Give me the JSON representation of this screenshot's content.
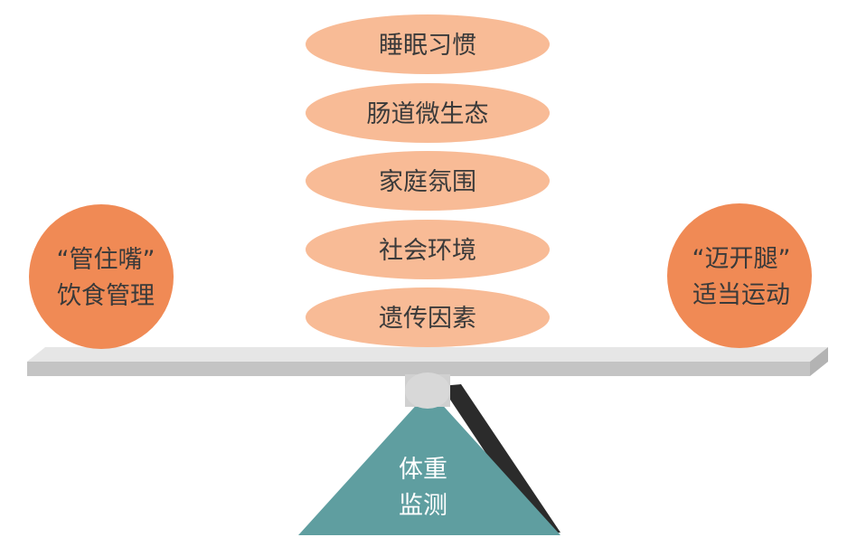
{
  "factors": [
    {
      "label": "睡眠习惯"
    },
    {
      "label": "肠道微生态"
    },
    {
      "label": "家庭氛围"
    },
    {
      "label": "社会环境"
    },
    {
      "label": "遗传因素"
    }
  ],
  "left_weight": {
    "line1": "“管住嘴”",
    "line2": "饮食管理"
  },
  "right_weight": {
    "line1": "“迈开腿”",
    "line2": "适当运动"
  },
  "fulcrum": {
    "line1": "体重",
    "line2": "监测"
  },
  "colors": {
    "ellipse_fill": "#F8BB96",
    "weight_fill": "#F08A55",
    "beam_top": "#E6E6E6",
    "beam_face": "#C4C4C4",
    "triangle_fill": "#5F9EA0",
    "shadow": "#2B2B2B",
    "text_dark": "#3A3A3A",
    "text_light": "#FFFFFF"
  }
}
